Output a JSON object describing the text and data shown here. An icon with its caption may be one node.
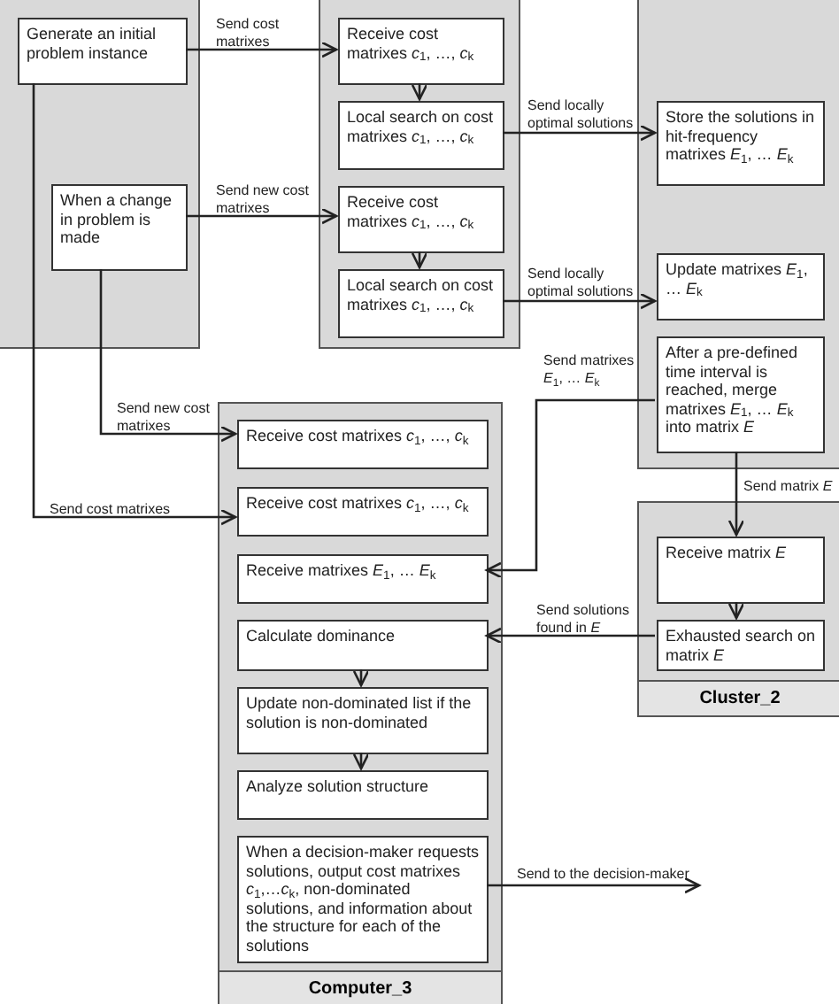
{
  "diagram": {
    "nodes": [
      {
        "text": [],
        "shape": "box"
      },
      {
        "text": [
          "Generate an initial problem instance"
        ],
        "in": 0
      },
      {
        "text": [
          "When a change in problem is made"
        ],
        "in": 0
      },
      {
        "text": [],
        "shape": "box"
      },
      {
        "text": [
          "Receive cost matrixes *c*$_{1}$, …, *c*$_{k}$"
        ],
        "in": 3
      },
      {
        "text": [
          "Local search on cost matrixes *c*$_{1}$, …, *c*$_{k}$"
        ],
        "in": 3
      },
      {
        "text": [
          "Receive cost matrixes *c*$_{1}$, …, *c*$_{k}$"
        ],
        "in": 3
      },
      {
        "text": [
          "Local search on cost matrixes *c*$_{1}$, …, *c*$_{k}$"
        ],
        "in": 3
      },
      {
        "text": [],
        "shape": "box"
      },
      {
        "text": [
          "Store the solutions in hit-frequency matrixes *E*$_{1}$, … *E*$_{k}$"
        ],
        "in": 8
      },
      {
        "text": [
          "Update matrixes *E*$_{1}$, … *E*$_{k}$"
        ],
        "in": 8
      },
      {
        "text": [
          "After a pre-defined time interval is reached, merge matrixes *E*$_{1}$, … *E*$_{k}$ into matrix *E*"
        ],
        "in": 8
      },
      {
        "text": [
          "Cluster_2"
        ]
      },
      {
        "text": [
          "Receive matrix *E*"
        ],
        "in": 12
      },
      {
        "text": [
          "Exhausted search on matrix *E*"
        ],
        "in": 12
      },
      {
        "text": [
          "Computer_3"
        ]
      },
      {
        "text": [
          "Receive cost matrixes *c*$_{1}$, …, *c*$_{k}$"
        ],
        "in": 15
      },
      {
        "text": [
          "Receive cost matrixes *c*$_{1}$, …, *c*$_{k}$"
        ],
        "in": 15
      },
      {
        "text": [
          "Receive matrixes *E*$_{1}$, … *E*$_{k}$"
        ],
        "in": 15
      },
      {
        "text": [
          "Calculate dominance"
        ],
        "in": 15
      },
      {
        "text": [
          "Update non-dominated list if the solution is non-dominated"
        ],
        "in": 15
      },
      {
        "text": [
          "Analyze solution structure"
        ],
        "in": 15
      },
      {
        "text": [
          "When a decision-maker requests solutions, output cost matrixes *c*$_{1}$,…*c*$_{k}$, non-dominated solutions, and information about the structure for each of the solutions"
        ],
        "in": 15
      }
    ],
    "edges": [
      {
        "from": 1,
        "to": 4,
        "arrow": "to",
        "label": "Send cost matrixes"
      },
      {
        "from": 2,
        "to": 6,
        "arrow": "to",
        "label": "Send new cost matrixes"
      },
      {
        "from": 4,
        "to": 5,
        "arrow": "to"
      },
      {
        "from": 6,
        "to": 7,
        "arrow": "to"
      },
      {
        "from": 5,
        "to": 9,
        "arrow": "to",
        "label": "Send locally optimal solutions"
      },
      {
        "from": 7,
        "to": 10,
        "arrow": "to",
        "label": "Send locally optimal solutions"
      },
      {
        "from": 2,
        "to": 16,
        "arrow": "to",
        "label": "Send new cost matrixes"
      },
      {
        "from": 1,
        "to": 17,
        "arrow": "to",
        "label": "Send cost matrixes"
      },
      {
        "from": 11,
        "to": 18,
        "arrow": "to",
        "label": "Send matrixes *E*$_{1}$, … *E*$_{k}$"
      },
      {
        "from": 11,
        "to": 13,
        "arrow": "to",
        "label": "Send matrix *E*"
      },
      {
        "from": 13,
        "to": 14,
        "arrow": "to"
      },
      {
        "from": 14,
        "to": 19,
        "arrow": "to",
        "label": "Send solutions found in *E*"
      },
      {
        "from": 19,
        "to": 20,
        "arrow": "to"
      },
      {
        "from": 20,
        "to": 21,
        "arrow": "to"
      },
      {
        "from": 22,
        "to": null,
        "arrow": "to",
        "label": "Send to the decision-maker"
      }
    ]
  }
}
